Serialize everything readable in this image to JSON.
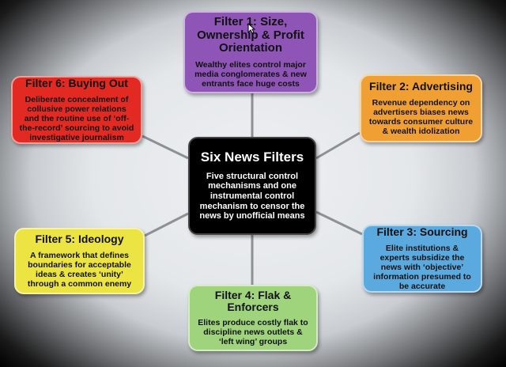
{
  "center": {
    "title": "Six News Filters",
    "text": "Five structural control mechanisms and one instrumental control mechanism to censor the news by unofficial means"
  },
  "filters": [
    {
      "title": "Filter 1: Size, Ownership & Profit Orientation",
      "text": "Wealthy elites control major media conglomerates & new entrants face huge costs",
      "color": "#8e55b7"
    },
    {
      "title": "Filter 2: Advertising",
      "text": "Revenue dependency on advertisers biases news towards consumer culture & wealth idolization",
      "color": "#f0a033"
    },
    {
      "title": "Filter 3: Sourcing",
      "text": "Elite institutions & experts subsidize the news with ‘objective’ information presumed to be accurate",
      "color": "#5aaadf"
    },
    {
      "title": "Filter 4: Flak & Enforcers",
      "text": "Elites produce costly flak to discipline news outlets & ‘left wing’ groups",
      "color": "#9fd37c"
    },
    {
      "title": "Filter 5: Ideology",
      "text": "A framework that defines boundaries for acceptable ideas & creates ‘unity’ through a common enemy",
      "color": "#ece442"
    },
    {
      "title": "Filter 6: Buying Out",
      "text": "Deliberate concealment of collusive power relations and the routine use of ‘off-the-record’ sourcing to avoid investigative journalism",
      "color": "#e22a22"
    }
  ]
}
